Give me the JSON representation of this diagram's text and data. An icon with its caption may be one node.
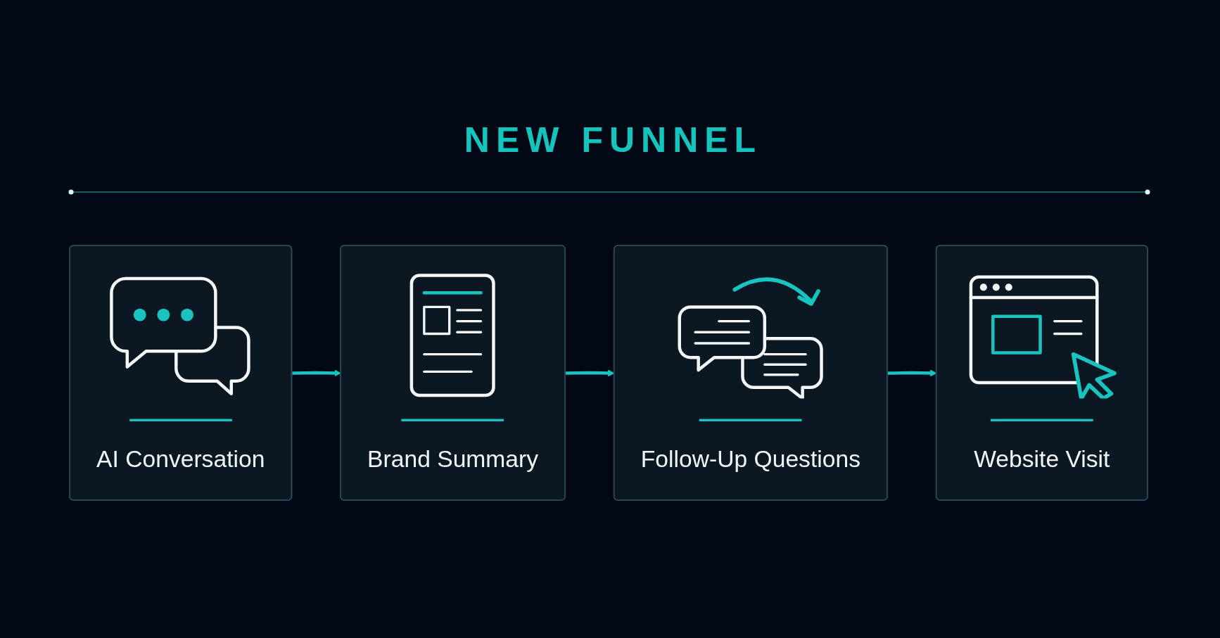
{
  "diagram": {
    "title": "NEW FUNNEL",
    "nodes": [
      {
        "text": [
          "AI Conversation"
        ]
      },
      {
        "text": [
          "Brand Summary"
        ]
      },
      {
        "text": [
          "Follow-Up Questions"
        ]
      },
      {
        "text": [
          "Website Visit"
        ]
      }
    ],
    "edges": [
      {
        "from": 0,
        "to": 1,
        "arrow": "to"
      },
      {
        "from": 1,
        "to": 2,
        "arrow": "to"
      },
      {
        "from": 2,
        "to": 3,
        "arrow": "to"
      }
    ]
  }
}
